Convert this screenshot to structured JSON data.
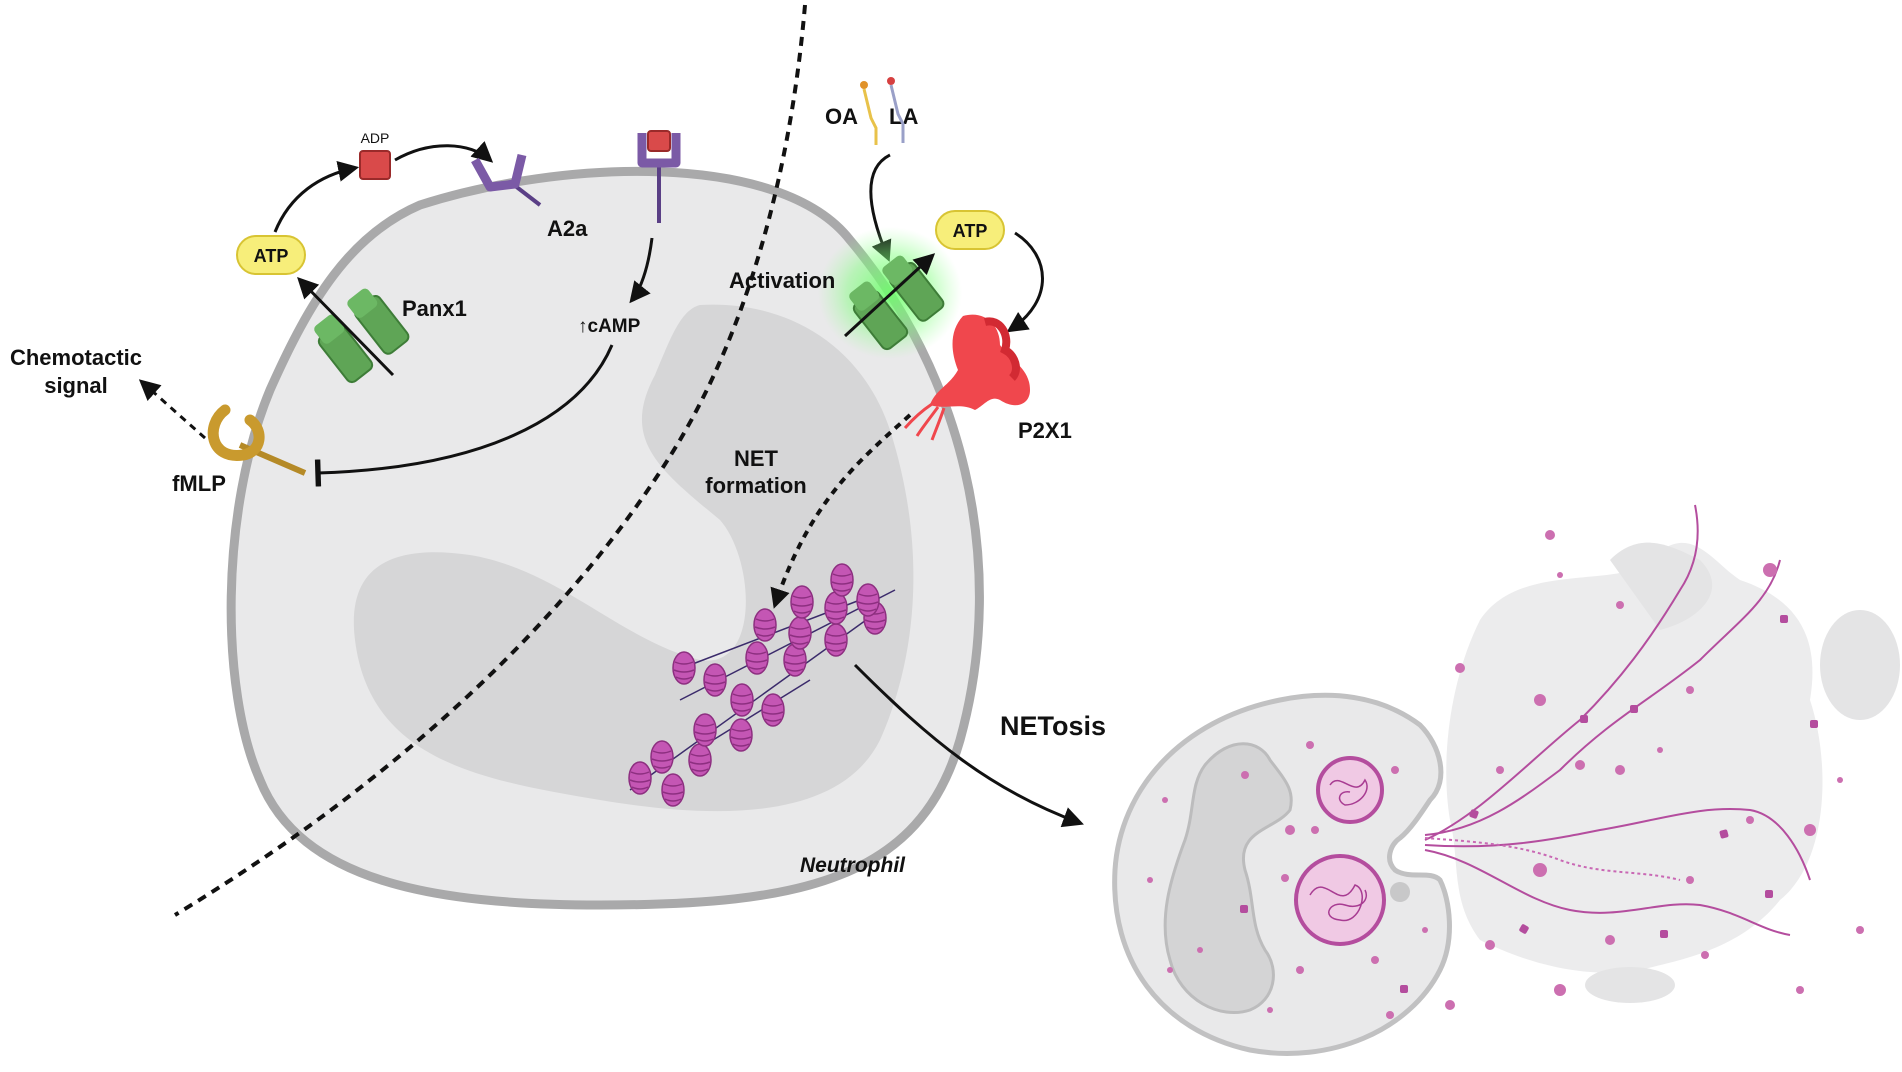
{
  "labels": {
    "chemotactic_line1": "Chemotactic",
    "chemotactic_line2": "signal",
    "fmlp": "fMLP",
    "atp_left": "ATP",
    "adp": "ADP",
    "a2a": "A2a",
    "panx1": "Panx1",
    "camp": "↑cAMP",
    "oa": "OA",
    "la": "LA",
    "atp_right": "ATP",
    "activation": "Activation",
    "p2x1": "P2X1",
    "net_formation_line1": "NET",
    "net_formation_line2": "formation",
    "netosis": "NETosis",
    "neutrophil": "Neutrophil"
  },
  "colors": {
    "cell_fill": "#e9e9ea",
    "cell_border": "#a9a9aa",
    "nucleus": "#d6d6d7",
    "channel_green": "#5fa556",
    "receptor_purple": "#7b5aa6",
    "adp_red": "#d94a4a",
    "atp_yellow": "#f7ee7a",
    "p2x1_red": "#f0474d",
    "fmlp_gold": "#c99a2e",
    "chromatin_pink": "#c456b4",
    "granule_pink": "#cc6fb0"
  }
}
